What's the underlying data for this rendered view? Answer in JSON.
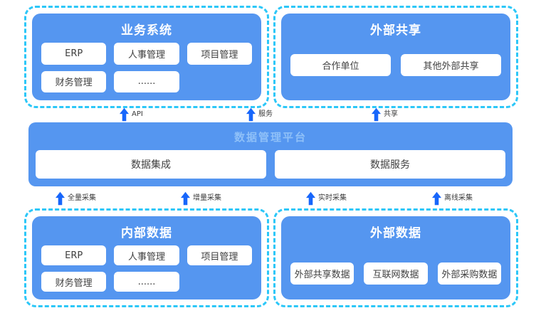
{
  "colors": {
    "box_blue": "#5596f0",
    "dashed_border": "#2cc7f8",
    "arrow_blue": "#1766fb",
    "chip_text": "#3f3f3f",
    "platform_title_text": "#8fc0f8"
  },
  "sections": {
    "business_systems": {
      "title": "业务系统",
      "items": [
        "ERP",
        "人事管理",
        "项目管理",
        "财务管理",
        "......"
      ]
    },
    "external_share": {
      "title": "外部共享",
      "items": [
        "合作单位",
        "其他外部共享"
      ]
    },
    "platform": {
      "title": "数据管理平台",
      "modules": [
        "数据集成",
        "数据服务"
      ]
    },
    "internal_data": {
      "title": "内部数据",
      "items": [
        "ERP",
        "人事管理",
        "项目管理",
        "财务管理",
        "......"
      ]
    },
    "external_data": {
      "title": "外部数据",
      "items": [
        "外部共享数据",
        "互联网数据",
        "外部采购数据"
      ]
    }
  },
  "connectors": {
    "top": [
      "API",
      "服务",
      "共享"
    ],
    "bottom": [
      "全量采集",
      "增量采集",
      "实时采集",
      "离线采集"
    ]
  }
}
